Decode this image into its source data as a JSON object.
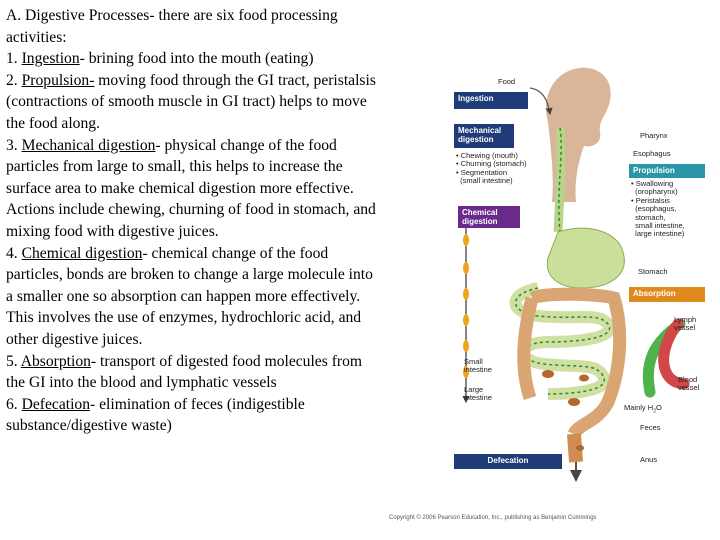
{
  "text": {
    "intro": "A. Digestive Processes- there are six food processing activities:",
    "items": [
      {
        "num": "1.",
        "term": "Ingestion",
        "rest": "- brining food into the mouth (eating)"
      },
      {
        "num": "2.",
        "term": "Propulsion-",
        "rest": " moving food through the GI tract, peristalsis (contractions of smooth muscle in GI tract) helps to move the food along."
      },
      {
        "num": "3.",
        "term": "Mechanical digestion",
        "rest": "- physical change of the food particles from large to small, this helps to increase the surface area to make chemical digestion more effective. Actions include chewing, churning of food in stomach, and mixing food with digestive juices."
      },
      {
        "num": "4.",
        "term": "Chemical digestion",
        "rest": "- chemical change of the food particles, bonds are broken to change a large molecule into a smaller one so absorption can happen more effectively. This involves the use of enzymes, hydrochloric acid, and other digestive juices."
      },
      {
        "num": "5.",
        "term": "Absorption",
        "rest": "- transport of digested food molecules from the GI into the blood and lymphatic vessels"
      },
      {
        "num": "6.",
        "term": "Defecation",
        "rest": "- elimination of feces (indigestible substance/digestive waste)"
      }
    ]
  },
  "figure": {
    "food": "Food",
    "ingestion": "Ingestion",
    "mechanical": "Mechanical\ndigestion",
    "mechanical_list": [
      "• Chewing (mouth)",
      "• Churning (stomach)",
      "• Segmentation",
      "  (small intestine)"
    ],
    "chemical": "Chemical\ndigestion",
    "pharynx": "Pharynx",
    "esophagus": "Esophagus",
    "propulsion": "Propulsion",
    "propulsion_list": [
      "• Swallowing",
      "  (oropharynx)",
      "• Peristalsis",
      "  (esophagus,",
      "  stomach,",
      "  small intestine,",
      "  large intestine)"
    ],
    "stomach": "Stomach",
    "absorption": "Absorption",
    "lymph": "Lymph\nvessel",
    "small_intestine": "Small\nintestine",
    "large_intestine": "Large\nintestine",
    "blood": "Blood\nvessel",
    "mainly": "Mainly H",
    "mainly_sub": "2",
    "mainly_end": "O",
    "feces": "Feces",
    "anus": "Anus",
    "defecation": "Defecation",
    "colors": {
      "navy": "#1f3b78",
      "purple": "#6a2a8c",
      "teal": "#2b96a8",
      "orange": "#e08a1e",
      "brown": "#d18c53",
      "head": "#d9b69a",
      "lymph": "#4db34a",
      "blood": "#d24848"
    }
  },
  "copyright": "Copyright © 2006 Pearson Education, Inc., publishing as Benjamin Cummings"
}
